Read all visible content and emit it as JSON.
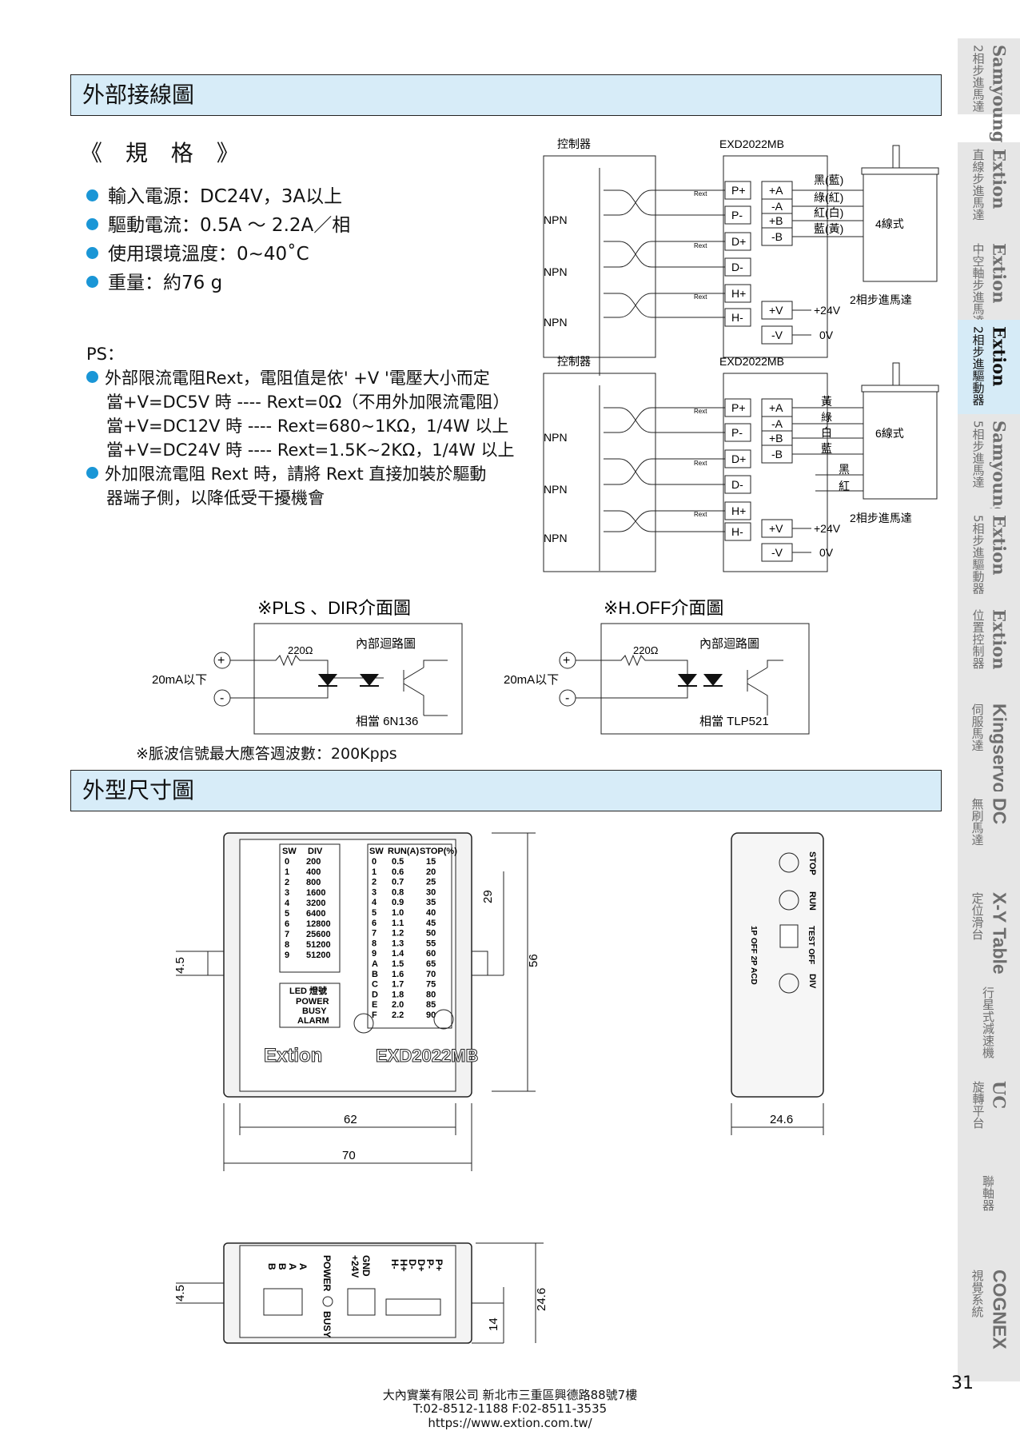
{
  "sections": {
    "wiring_title": "外部接線圖",
    "dimension_title": "外型尺寸圖"
  },
  "specs": {
    "title": "《 規 格 》",
    "items": [
      "輸入電源：DC24V，3A以上",
      "驅動電流：0.5A ～ 2.2A／相",
      "使用環境溫度：0~40˚C",
      "重量：約76 g"
    ]
  },
  "ps": {
    "label": "PS：",
    "item1_line1": "外部限流電阻Rext，電阻值是依' +V '電壓大小而定",
    "item1_line2": "當+V=DC5V 時 ---- Rext=0Ω（不用外加限流電阻）",
    "item1_line3": "當+V=DC12V 時 ---- Rext=680~1KΩ，1/4W 以上",
    "item1_line4": "當+V=DC24V 時 ---- Rext=1.5K~2KΩ，1/4W 以上",
    "item2_line1": "外加限流電阻 Rext 時，請將 Rext 直接加裝於驅動",
    "item2_line2": "器端子側，以降低受干擾機會"
  },
  "wiring": {
    "controller_label": "控制器",
    "driver_label": "EXD2022MB",
    "npn": "NPN",
    "rext": "Rext",
    "terminals_left": [
      "P+",
      "P-",
      "D+",
      "D-",
      "H+",
      "H-"
    ],
    "terminals_right": [
      "+A",
      "-A",
      "+B",
      "-B"
    ],
    "power_terminals": [
      "+V",
      "-V"
    ],
    "power_labels": [
      "+24V",
      "0V"
    ],
    "motor_label": "2相步進馬達",
    "four_wire": {
      "type": "4線式",
      "wires": [
        "黑(藍)",
        "綠(紅)",
        "紅(白)",
        "藍(黃)"
      ]
    },
    "six_wire": {
      "type": "6線式",
      "wires": [
        "黃",
        "綠",
        "白",
        "藍",
        "黑",
        "紅"
      ]
    }
  },
  "interface": {
    "pls_title": "※PLS 、DIR介面圖",
    "hoff_title": "※H.OFF介面圖",
    "resistor": "220Ω",
    "internal": "內部迴路圖",
    "current": "20mA以下",
    "plus": "+",
    "minus": "-",
    "pls_equiv": "相當 6N136",
    "hoff_equiv": "相當 TLP521",
    "freq_note": "※脈波信號最大應答週波數：200Kpps"
  },
  "dimensions": {
    "top_view": {
      "div_headers": [
        "SW",
        "DIV"
      ],
      "div_table": [
        [
          "0",
          "200"
        ],
        [
          "1",
          "400"
        ],
        [
          "2",
          "800"
        ],
        [
          "3",
          "1600"
        ],
        [
          "4",
          "3200"
        ],
        [
          "5",
          "6400"
        ],
        [
          "6",
          "12800"
        ],
        [
          "7",
          "25600"
        ],
        [
          "8",
          "51200"
        ],
        [
          "9",
          "51200"
        ]
      ],
      "run_headers": [
        "SW",
        "RUN(A)",
        "STOP(%)"
      ],
      "run_table": [
        [
          "0",
          "0.5",
          "15"
        ],
        [
          "1",
          "0.6",
          "20"
        ],
        [
          "2",
          "0.7",
          "25"
        ],
        [
          "3",
          "0.8",
          "30"
        ],
        [
          "4",
          "0.9",
          "35"
        ],
        [
          "5",
          "1.0",
          "40"
        ],
        [
          "6",
          "1.1",
          "45"
        ],
        [
          "7",
          "1.2",
          "50"
        ],
        [
          "8",
          "1.3",
          "55"
        ],
        [
          "9",
          "1.4",
          "60"
        ],
        [
          "A",
          "1.5",
          "65"
        ],
        [
          "B",
          "1.6",
          "70"
        ],
        [
          "C",
          "1.7",
          "75"
        ],
        [
          "D",
          "1.8",
          "80"
        ],
        [
          "E",
          "2.0",
          "85"
        ],
        [
          "F",
          "2.2",
          "90"
        ]
      ],
      "led_header": "LED 燈號",
      "led_items": [
        "POWER",
        "BUSY",
        "ALARM"
      ],
      "brand": "Extion",
      "model": "EXD2022MB",
      "dim_62": "62",
      "dim_70": "70",
      "dim_56": "56",
      "dim_29": "29",
      "dim_45": "4.5"
    },
    "side_view": {
      "labels": [
        "STOP",
        "RUN",
        "TEST OFF",
        "1P OFF 2P ACD",
        "DIV"
      ],
      "dim_246": "24.6"
    },
    "front_view": {
      "labels": [
        "B",
        "B",
        "A",
        "A",
        "POWER",
        "BUSY",
        "+24V",
        "GND",
        "H-",
        "H+",
        "D-",
        "D+",
        "P-",
        "P+"
      ],
      "dim_45": "4.5",
      "dim_14": "14",
      "dim_246": "24.6"
    }
  },
  "side_tabs": [
    {
      "brand": "Samyoung",
      "text": "2相步進馬達"
    },
    {
      "brand": "Extion",
      "text": "直線步進馬達"
    },
    {
      "brand": "Extion",
      "text": "中空軸步進馬達"
    },
    {
      "brand": "Extion",
      "text": "2相步進驅動器",
      "active": true
    },
    {
      "brand": "Samyoung",
      "text": "5相步進馬達"
    },
    {
      "brand": "Extion",
      "text": "5相步進驅動器"
    },
    {
      "brand": "Extion",
      "text": "位置控制器"
    },
    {
      "brand": "Kingservo",
      "text": "伺服馬達"
    },
    {
      "brand": "DC",
      "text": "無刷馬達"
    },
    {
      "brand": "X-Y Table",
      "text": "定位滑台"
    },
    {
      "brand": "",
      "text": "行星式減速機"
    },
    {
      "brand": "UC",
      "text": "旋轉平台"
    },
    {
      "brand": "",
      "text": "聯軸器"
    },
    {
      "brand": "COGNEX",
      "text": "視覺系統"
    }
  ],
  "footer": {
    "line1": "大內實業有限公司 新北市三重區興德路88號7樓",
    "line2": "T:02-8512-1188  F:02-8511-3535",
    "line3": "https://www.extion.com.tw/",
    "page": "31"
  }
}
